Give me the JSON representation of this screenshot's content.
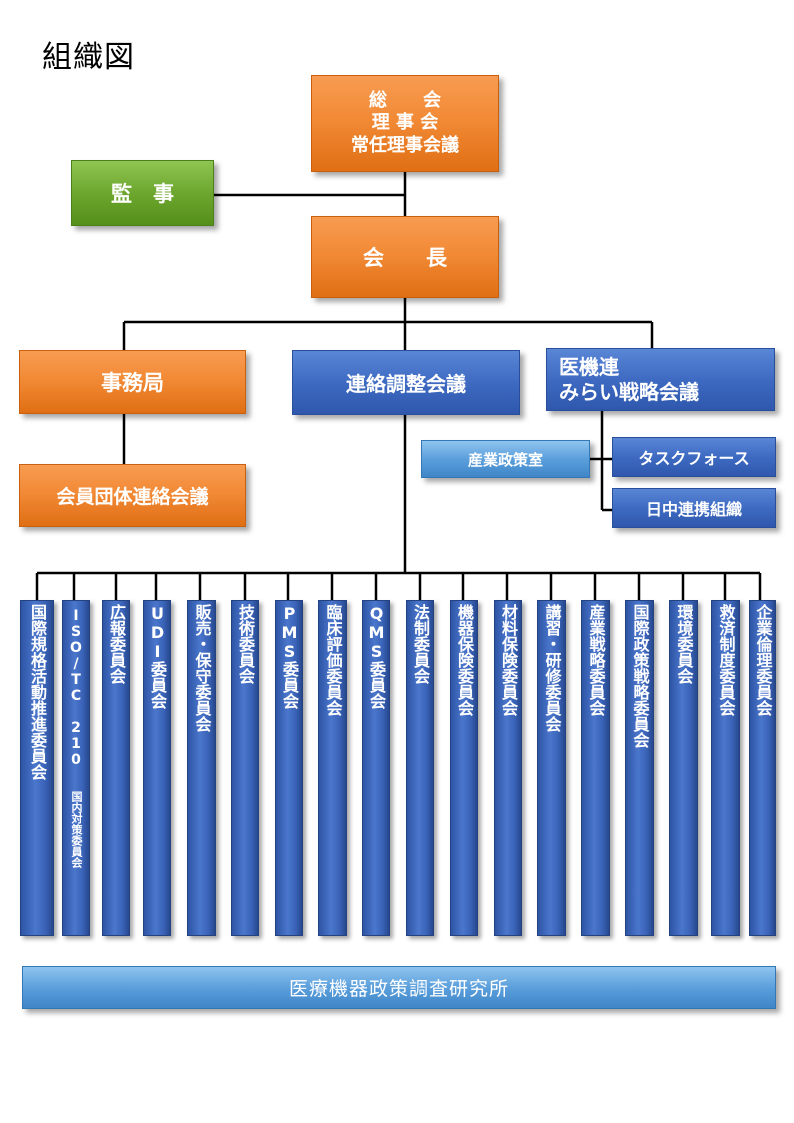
{
  "title": "組織図",
  "top": {
    "line1": "総　　会",
    "line2": "理 事 会",
    "line3": "常任理事会議"
  },
  "auditor": "監　事",
  "president": "会　　長",
  "secretariat": "事務局",
  "liaison": "連絡調整会議",
  "strategy": {
    "line1": "医機連",
    "line2": "みらい戦略会議"
  },
  "member_liaison": "会員団体連絡会議",
  "industry_policy": "産業政策室",
  "taskforce": "タスクフォース",
  "japan_china": "日中連携組織",
  "committees": [
    "国際規格活動推進委員会",
    "ISO/TC 210",
    "広報委員会",
    "UDI委員会",
    "販売・保守委員会",
    "技術委員会",
    "PMS委員会",
    "臨床評価委員会",
    "QMS委員会",
    "法制委員会",
    "機器保険委員会",
    "材料保険委員会",
    "講習・研修委員会",
    "産業戦略委員会",
    "国際政策戦略委員会",
    "環境委員会",
    "救済制度委員会",
    "企業倫理委員会"
  ],
  "iso_sub": "国内対策委員会",
  "institute": "医療機器政策調査研究所"
}
